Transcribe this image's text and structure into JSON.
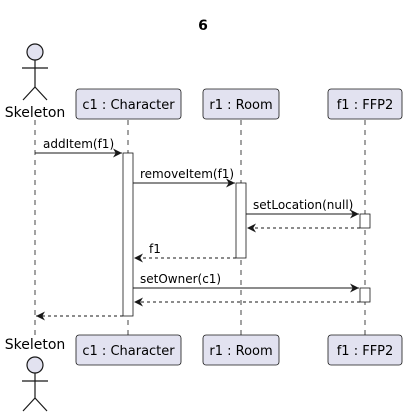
{
  "diagram": {
    "title": "6",
    "actor": {
      "top_label": "Skeleton",
      "bottom_label": "Skeleton"
    },
    "participants": [
      {
        "id": "c1",
        "label": "c1 : Character"
      },
      {
        "id": "r1",
        "label": "r1 : Room"
      },
      {
        "id": "f1",
        "label": "f1 : FFP2"
      }
    ],
    "messages": [
      {
        "from": "skeleton",
        "to": "c1",
        "label": "addItem(f1)",
        "kind": "call"
      },
      {
        "from": "c1",
        "to": "r1",
        "label": "removeItem(f1)",
        "kind": "call"
      },
      {
        "from": "r1",
        "to": "f1",
        "label": "setLocation(null)",
        "kind": "call"
      },
      {
        "from": "f1",
        "to": "r1",
        "label": "",
        "kind": "return"
      },
      {
        "from": "r1",
        "to": "c1",
        "label": "f1",
        "kind": "return"
      },
      {
        "from": "c1",
        "to": "f1",
        "label": "setOwner(c1)",
        "kind": "call"
      },
      {
        "from": "f1",
        "to": "c1",
        "label": "",
        "kind": "return"
      },
      {
        "from": "c1",
        "to": "skeleton",
        "label": "",
        "kind": "return"
      }
    ],
    "colors": {
      "participant_fill": "#e2e2f0",
      "participant_stroke": "#181818",
      "lifeline": "#181818",
      "activation_fill": "#ffffff",
      "arrow": "#181818"
    }
  }
}
